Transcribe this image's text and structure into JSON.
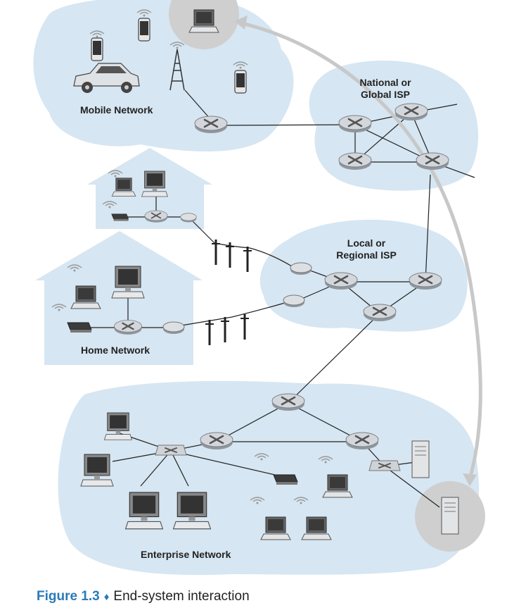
{
  "labels": {
    "mobile": "Mobile Network",
    "national_line1": "National or",
    "national_line2": "Global ISP",
    "local_line1": "Local or",
    "local_line2": "Regional ISP",
    "home": "Home Network",
    "enterprise": "Enterprise Network"
  },
  "caption": {
    "figure": "Figure 1.3",
    "diamond": "♦",
    "text": "End-system interaction"
  },
  "colors": {
    "cloud": "#d6e6f2",
    "house": "#d6e6f2",
    "router_fill": "#c9ced4",
    "highlight_circle": "#cfcfcf",
    "arrow": "#c8c8c8",
    "caption_accent": "#2a7ab8"
  }
}
